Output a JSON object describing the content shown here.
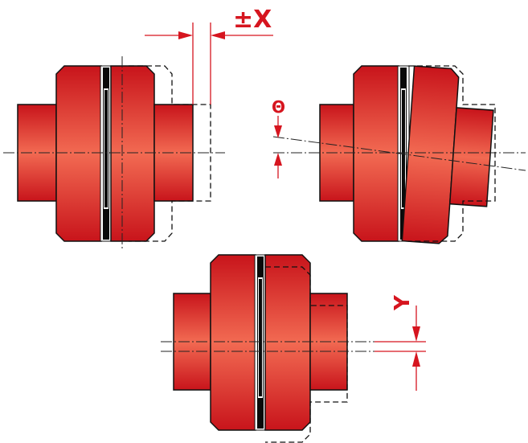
{
  "labels": {
    "axial": "±X",
    "angular": "Θ",
    "radial": "Y"
  },
  "colors": {
    "part_dark": "#c8141b",
    "part_light": "#f26a52",
    "outline": "#111111",
    "element": "#0a0a0a",
    "annotation": "#d6151f",
    "background": "#ffffff"
  },
  "icons": {
    "axial": "coupling-axial-misalignment",
    "angular": "coupling-angular-misalignment",
    "radial": "coupling-radial-misalignment"
  }
}
